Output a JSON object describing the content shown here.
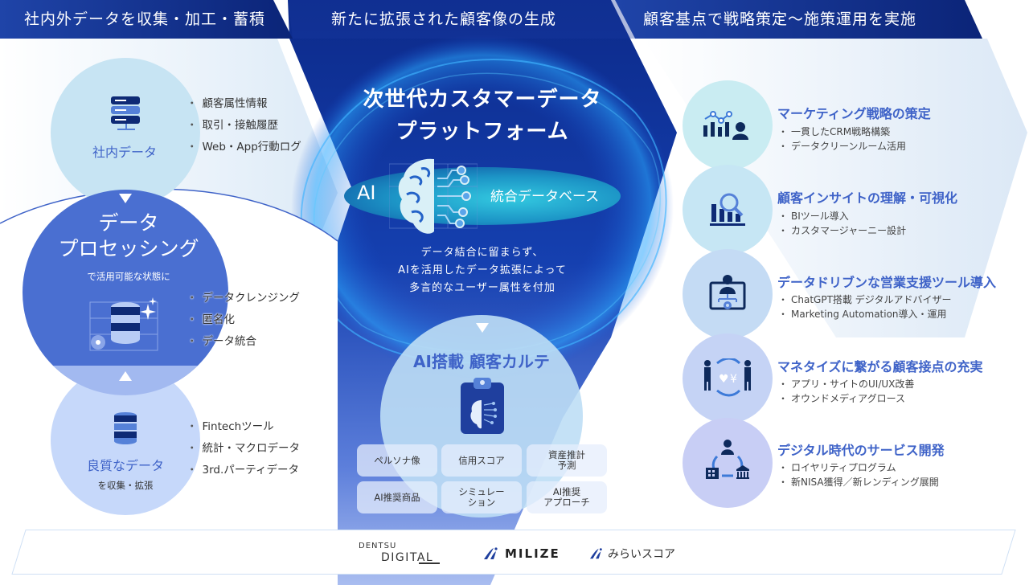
{
  "headers": {
    "left": "社内外データを収集・加工・蓄積",
    "center": "新たに拡張された顧客像の生成",
    "right": "顧客基点で戦略策定〜施策運用を実施"
  },
  "left": {
    "internal": {
      "label": "社内データ",
      "icon": "server-icon",
      "items": [
        "顧客属性情報",
        "取引・接触履歴",
        "Web・App行動ログ"
      ]
    },
    "processing": {
      "title_line1": "データ",
      "title_line2": "プロセッシング",
      "subtitle": "で活用可能な状態に",
      "icon": "database-sparkle-icon",
      "items": [
        "データクレンジング",
        "匿名化",
        "データ統合"
      ]
    },
    "quality": {
      "label": "良質なデータ",
      "subtitle": "を収集・拡張",
      "icon": "database-icon",
      "items": [
        "Fintechツール",
        "統計・マクロデータ",
        "3rd.パーティデータ"
      ]
    }
  },
  "center": {
    "title_line1": "次世代カスタマーデータ",
    "title_line2": "プラットフォーム",
    "ai_label": "AI",
    "db_label": "統合データベース",
    "desc_line1": "データ結合に留まらず、",
    "desc_line2": "AIを活用したデータ拡張によって",
    "desc_line3": "多言的なユーザー属性を付加",
    "karte_title": "AI搭載 顧客カルテ",
    "tiles": [
      "ペルソナ像",
      "信用スコア",
      "資産推計\n予測",
      "AI推奨商品",
      "シミュレー\nション",
      "AI推奨\nアプローチ"
    ]
  },
  "right": {
    "items": [
      {
        "title": "マーケティング戦略の策定",
        "points": [
          "一貫したCRM戦略構築",
          "データクリーンルーム活用"
        ],
        "icon": "chart-user-icon",
        "color": "#c9ecf2"
      },
      {
        "title": "顧客インサイトの理解・可視化",
        "points": [
          "BIツール導入",
          "カスタマージャーニー設計"
        ],
        "icon": "magnifier-chart-icon",
        "color": "#c6e6f4"
      },
      {
        "title": "データドリブンな営業支援ツール導入",
        "points": [
          "ChatGPT搭載 デジタルアドバイザー",
          "Marketing Automation導入・運用"
        ],
        "icon": "advisor-icon",
        "color": "#c4dbf4"
      },
      {
        "title": "マネタイズに繋がる顧客接点の充実",
        "points": [
          "アプリ・サイトのUI/UX改善",
          "オウンドメディアグロース"
        ],
        "icon": "people-exchange-icon",
        "color": "#c5d3f5"
      },
      {
        "title": "デジタル時代のサービス開発",
        "points": [
          "ロイヤリティプログラム",
          "新NISA獲得／新レンディング展開"
        ],
        "icon": "service-network-icon",
        "color": "#c8cef5"
      }
    ]
  },
  "logos": {
    "dentsu_top": "DENTSU",
    "dentsu_bottom": "DIGITAL",
    "milize": "MILIZE",
    "mirai": "みらいスコア"
  },
  "colors": {
    "header_navy": "#0d2a85",
    "accent_blue": "#3f63c8",
    "processing_blue": "#4a6fd1"
  }
}
